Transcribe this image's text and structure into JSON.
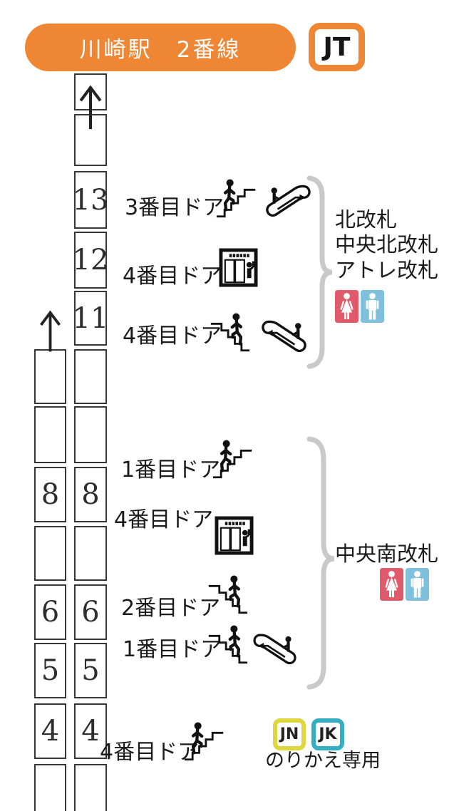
{
  "header": {
    "station_title": "川崎駅　2番線",
    "line_badge": "JT"
  },
  "platform": {
    "right_cells": [
      "",
      "",
      "13",
      "12",
      "11",
      "",
      "",
      "8",
      "",
      "6",
      "5",
      "4",
      ""
    ],
    "left_cells": [
      "",
      "",
      "8",
      "",
      "6",
      "5",
      "4",
      ""
    ]
  },
  "door_rows": [
    {
      "label": "3番目ドア",
      "icons": [
        "stairs-up-right",
        "escalator-right"
      ]
    },
    {
      "label": "4番目ドア",
      "icons": [
        "elevator"
      ]
    },
    {
      "label": "4番目ドア",
      "icons": [
        "stairs-up-left",
        "escalator-left"
      ]
    },
    {
      "label": "1番目ドア",
      "icons": [
        "stairs-up-right"
      ]
    },
    {
      "label": "4番目ドア",
      "icons": [
        "elevator"
      ]
    },
    {
      "label": "2番目ドア",
      "icons": [
        "stairs-up-left"
      ]
    },
    {
      "label": "1番目ドア",
      "icons": [
        "stairs-up-left",
        "escalator-left"
      ]
    },
    {
      "label": "4番目ドア",
      "icons": [
        "stairs-up-right"
      ]
    }
  ],
  "gates": [
    {
      "lines": [
        "北改札",
        "中央北改札",
        "アトレ改札"
      ],
      "has_restrooms": true
    },
    {
      "lines": [
        "中央南改札"
      ],
      "has_restrooms": true
    }
  ],
  "transfer": {
    "badges": [
      "JN",
      "JK"
    ],
    "note": "のりかえ専用"
  },
  "colors": {
    "line_orange": "#ee8633",
    "jn_yellow": "#ded73f",
    "jk_teal": "#35aec2",
    "restroom_female": "#e05a6b",
    "restroom_male": "#7fc0dc",
    "brace_gray": "#c9c9c9"
  }
}
